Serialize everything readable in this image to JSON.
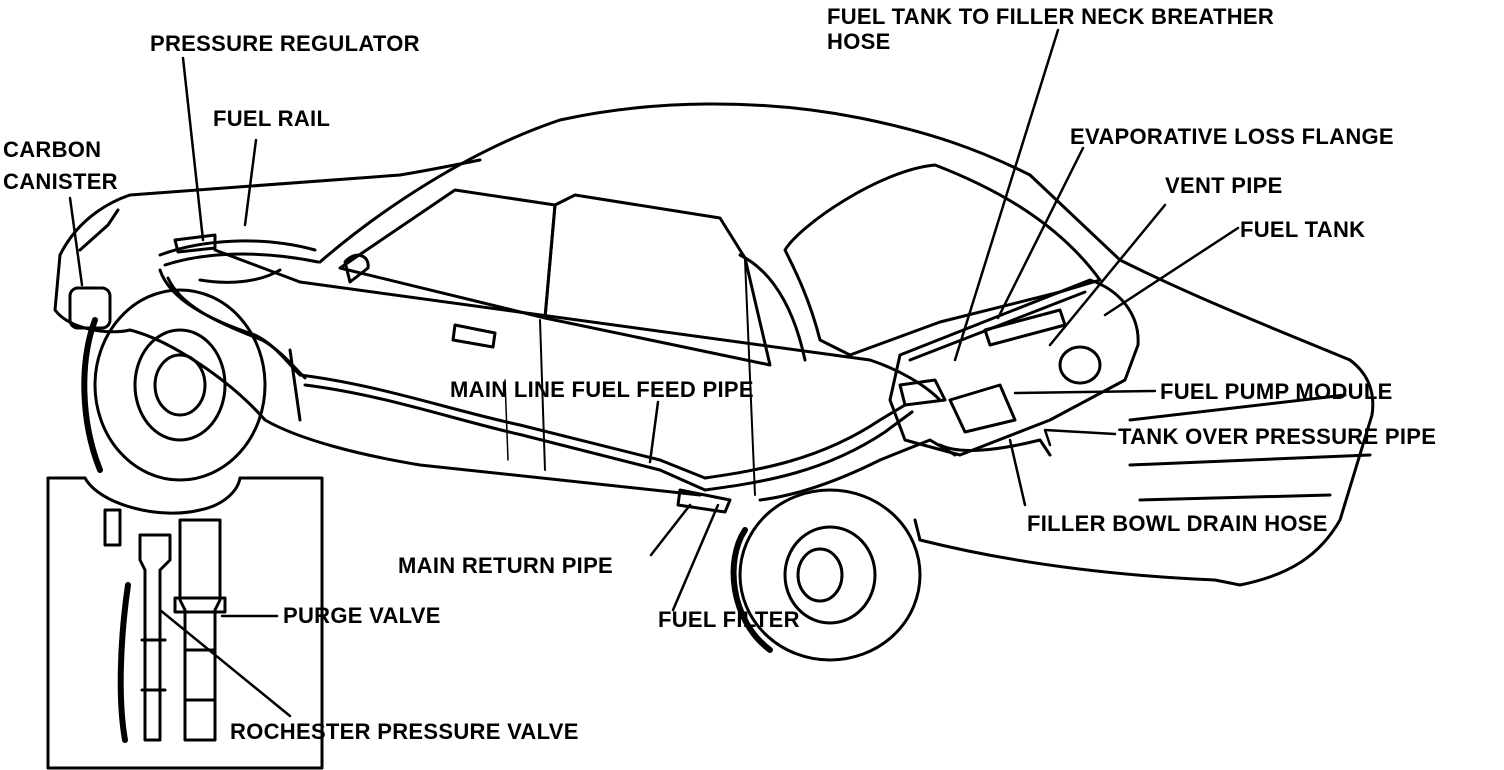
{
  "diagram": {
    "colors": {
      "ink": "#000000",
      "paper": "#ffffff"
    },
    "labels": {
      "pressure_regulator": "PRESSURE REGULATOR",
      "fuel_rail": "FUEL RAIL",
      "carbon_canister_line1": "CARBON",
      "carbon_canister_line2": "CANISTER",
      "fuel_tank_breather_line1": "FUEL TANK TO FILLER NECK BREATHER",
      "fuel_tank_breather_line2": "HOSE",
      "evaporative_loss_flange": "EVAPORATIVE LOSS FLANGE",
      "vent_pipe": "VENT PIPE",
      "fuel_tank": "FUEL TANK",
      "fuel_pump_module": "FUEL PUMP MODULE",
      "tank_over_pressure_pipe": "TANK OVER PRESSURE PIPE",
      "filler_bowl_drain_hose": "FILLER BOWL DRAIN HOSE",
      "main_line_fuel_feed_pipe": "MAIN LINE FUEL FEED PIPE",
      "main_return_pipe": "MAIN RETURN PIPE",
      "fuel_filter": "FUEL FILTER",
      "purge_valve": "PURGE VALVE",
      "rochester_pressure_valve": "ROCHESTER PRESSURE VALVE"
    }
  }
}
